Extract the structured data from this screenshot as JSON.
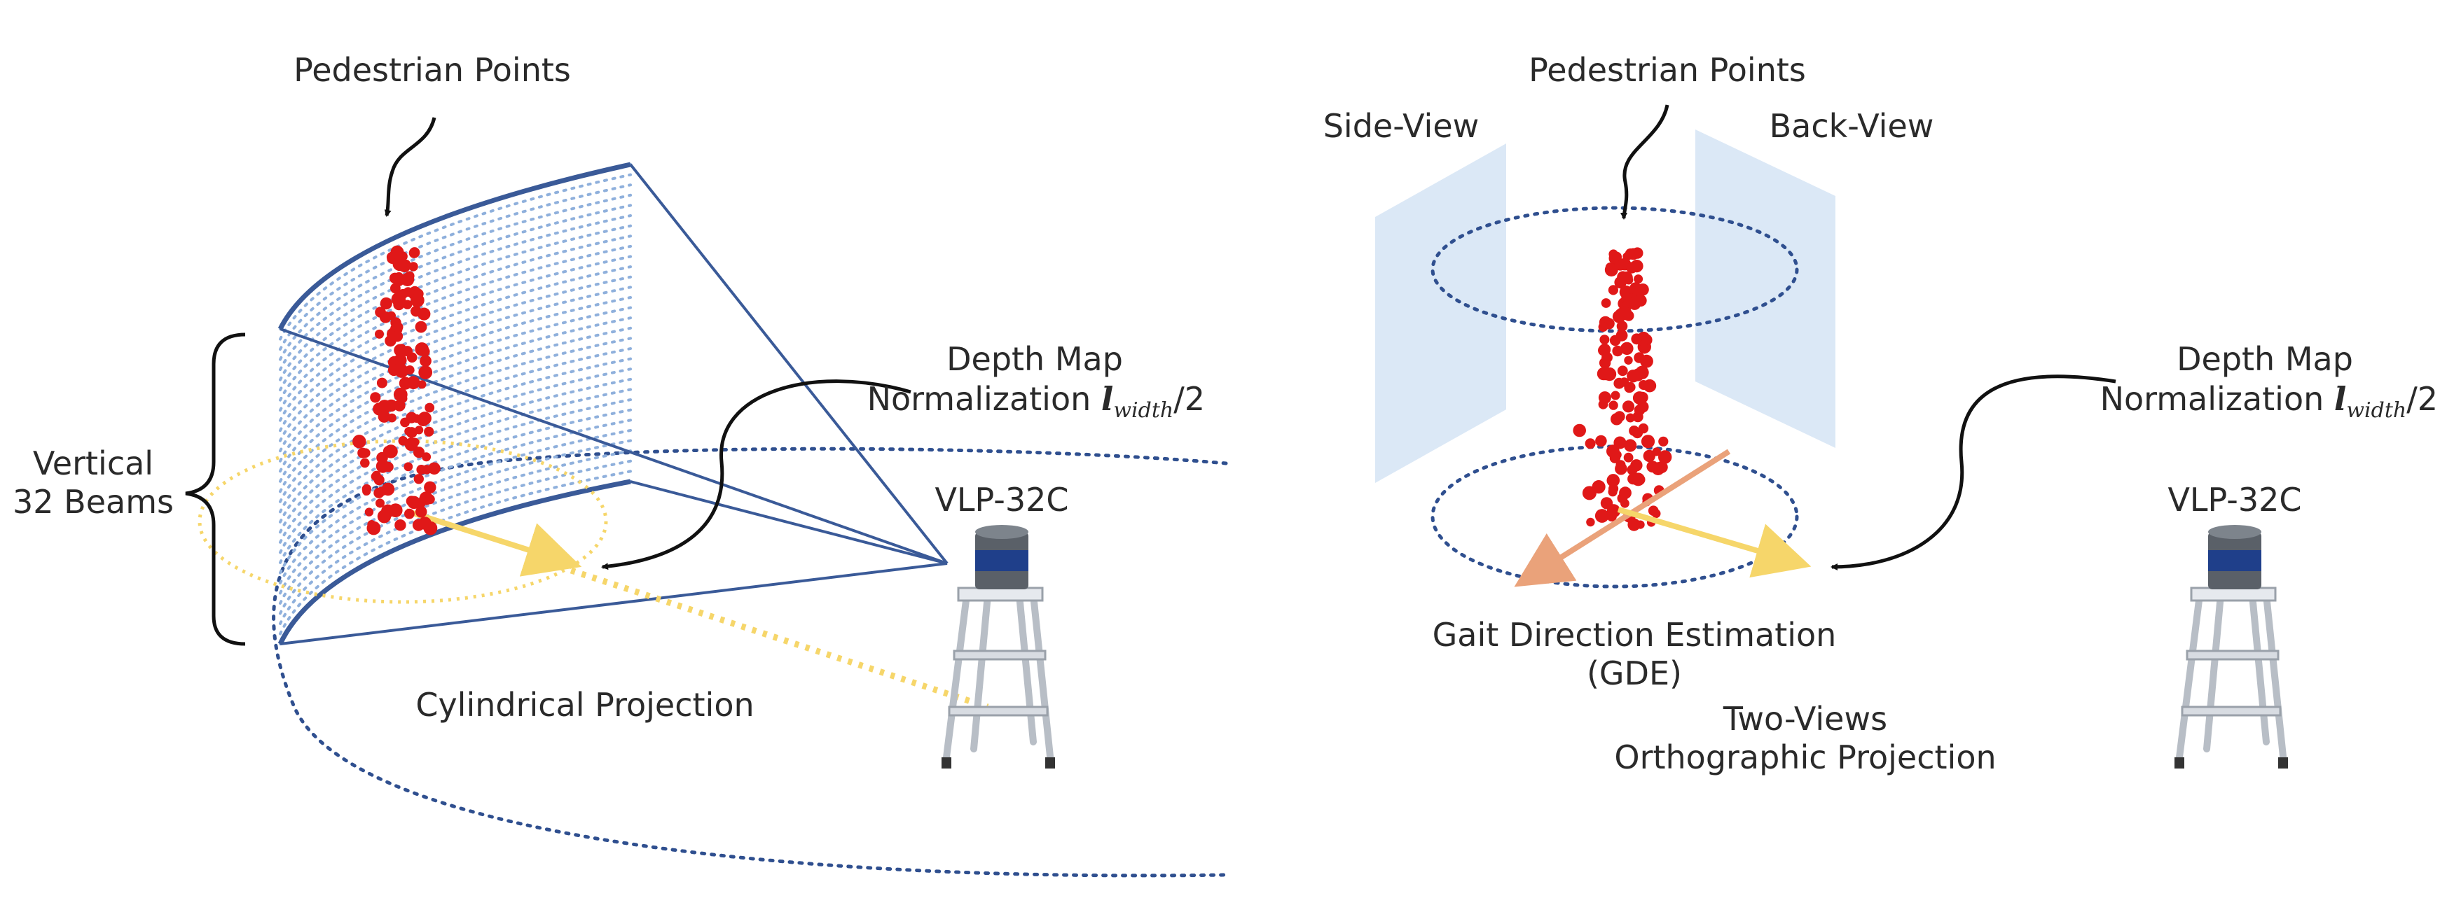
{
  "left_panel": {
    "pedestrian_points": "Pedestrian Points",
    "depth_map_line1": "Depth Map",
    "depth_map_line2_prefix": "Normalization ",
    "depth_map_var": "l",
    "depth_map_sub": "width",
    "depth_map_suffix": "/2",
    "vertical_line1": "Vertical",
    "vertical_line2": "32 Beams",
    "sensor": "VLP-32C",
    "projection": "Cylindrical Projection"
  },
  "right_panel": {
    "pedestrian_points": "Pedestrian Points",
    "side_view": "Side-View",
    "back_view": "Back-View",
    "depth_map_line1": "Depth Map",
    "depth_map_line2_prefix": "Normalization ",
    "depth_map_var": "l",
    "depth_map_sub": "width",
    "depth_map_suffix": "/2",
    "sensor": "VLP-32C",
    "gde_line1": "Gait Direction Estimation",
    "gde_line2": "(GDE)",
    "projection_line1": "Two-Views",
    "projection_line2": "Orthographic Projection"
  },
  "colors": {
    "frame_blue": "#3a5a98",
    "beam_blue": "#8fb0dc",
    "dotted_blue": "#2f4f8f",
    "points_red": "#e01818",
    "yellow": "#f6d66a",
    "orange": "#eaa27a",
    "view_plane": "#dbe8f6"
  },
  "icons": {
    "lidar": "lidar-sensor-icon",
    "ladder": "step-ladder-icon"
  }
}
